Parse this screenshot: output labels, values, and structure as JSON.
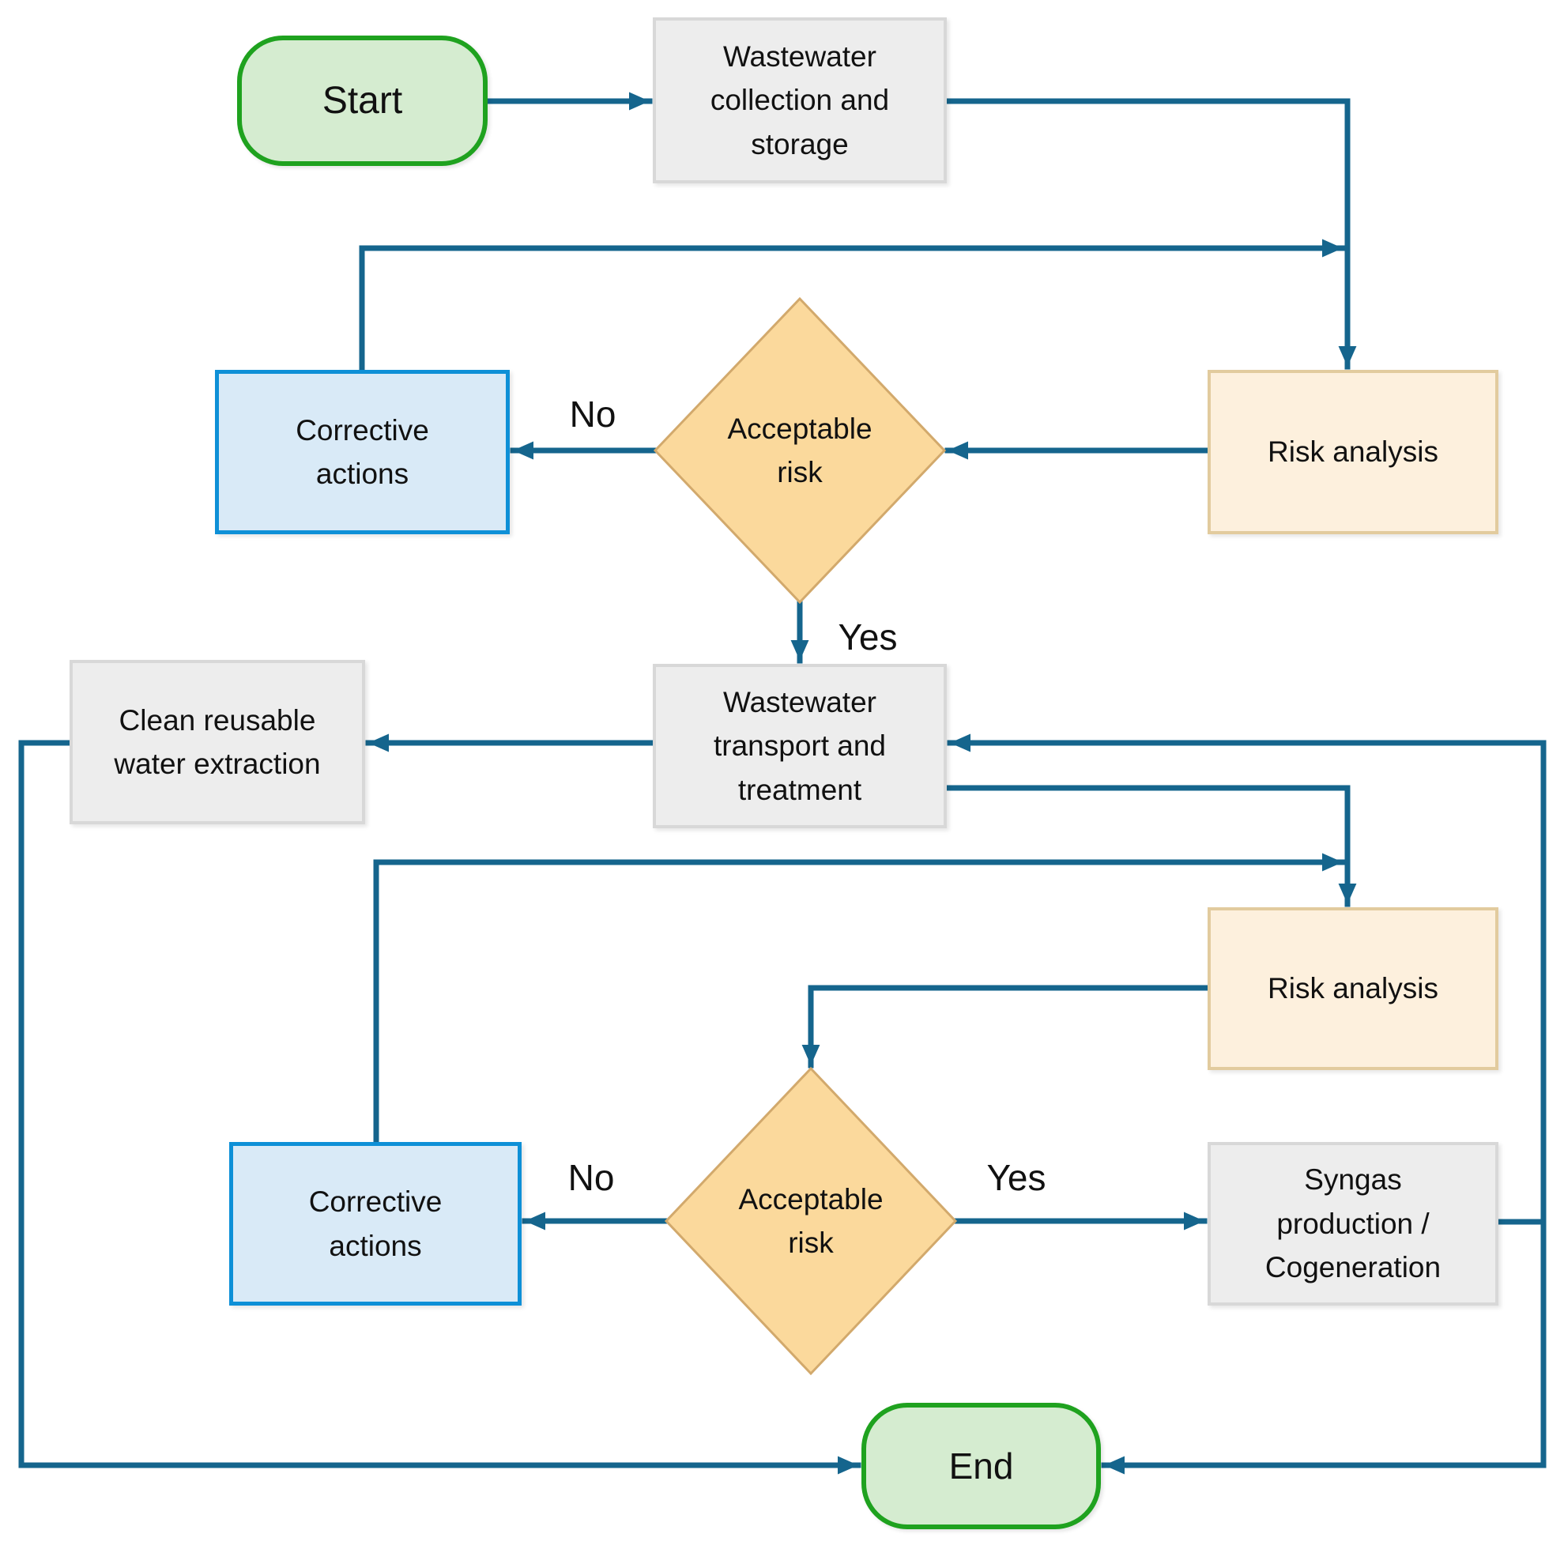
{
  "colors": {
    "line": "#15658d",
    "text": "#111111",
    "terminal_fill": "#d5ecd0",
    "terminal_border": "#1fa21f",
    "process_fill": "#ededed",
    "process_border": "#d8d8d8",
    "action_fill": "#d9eaf7",
    "action_border": "#0e90d7",
    "analysis_fill": "#fdf0dd",
    "analysis_border": "#e2cb9e",
    "decision_fill": "#fbd99c",
    "decision_border": "#d2a96c"
  },
  "nodes": {
    "start": {
      "label": "Start",
      "type": "terminal"
    },
    "wastewater_collection": {
      "label": [
        "Wastewater",
        "collection and",
        "storage"
      ],
      "type": "process"
    },
    "risk_analysis_1": {
      "label": "Risk analysis",
      "type": "analysis"
    },
    "corrective_actions_1": {
      "label": [
        "Corrective",
        "actions"
      ],
      "type": "action"
    },
    "acceptable_risk_1": {
      "label": [
        "Acceptable",
        "risk"
      ],
      "type": "decision"
    },
    "clean_water_extraction": {
      "label": [
        "Clean reusable",
        "water extraction"
      ],
      "type": "process"
    },
    "wastewater_transport": {
      "label": [
        "Wastewater",
        "transport and",
        "treatment"
      ],
      "type": "process"
    },
    "risk_analysis_2": {
      "label": "Risk analysis",
      "type": "analysis"
    },
    "corrective_actions_2": {
      "label": [
        "Corrective",
        "actions"
      ],
      "type": "action"
    },
    "acceptable_risk_2": {
      "label": [
        "Acceptable",
        "risk"
      ],
      "type": "decision"
    },
    "syngas_production": {
      "label": [
        "Syngas",
        "production /",
        "Cogeneration"
      ],
      "type": "process"
    },
    "end": {
      "label": "End",
      "type": "terminal"
    }
  },
  "edge_labels": {
    "no_1": "No",
    "yes_1": "Yes",
    "no_2": "No",
    "yes_2": "Yes"
  }
}
